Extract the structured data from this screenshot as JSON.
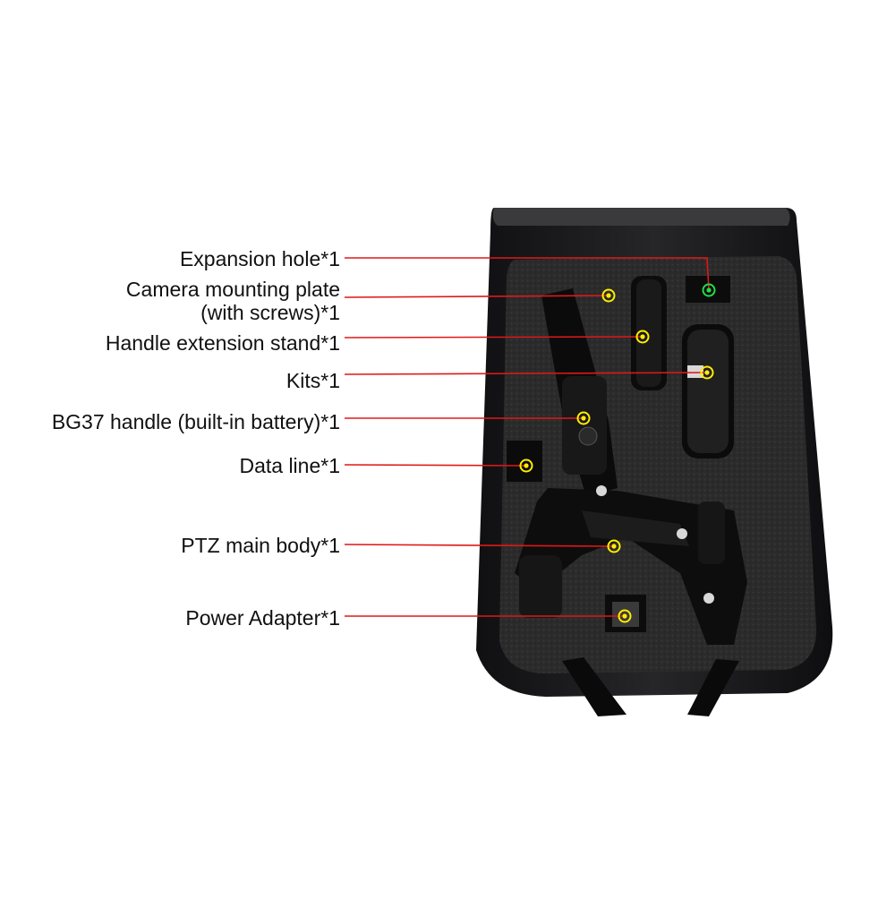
{
  "callouts": [
    {
      "id": "expansion",
      "label": "Expansion hole*1",
      "marker_color": "#22dd44"
    },
    {
      "id": "plate",
      "label_line1": "Camera mounting plate",
      "label_line2": "(with screws)*1",
      "marker_color": "#ffee00"
    },
    {
      "id": "stand",
      "label": "Handle extension stand*1",
      "marker_color": "#ffee00"
    },
    {
      "id": "kits",
      "label": "Kits*1",
      "marker_color": "#ffee00"
    },
    {
      "id": "handle",
      "label": "BG37 handle (built-in battery)*1",
      "marker_color": "#ffee00"
    },
    {
      "id": "data",
      "label": "Data line*1",
      "marker_color": "#ffee00"
    },
    {
      "id": "ptz",
      "label": "PTZ main body*1",
      "marker_color": "#ffee00"
    },
    {
      "id": "power",
      "label": "Power Adapter*1",
      "marker_color": "#ffee00"
    }
  ],
  "colors": {
    "leader_line": "#e01818",
    "case_shell": "#1b1b1d",
    "foam": "#2a2a2a",
    "cutout": "#0c0c0c"
  }
}
